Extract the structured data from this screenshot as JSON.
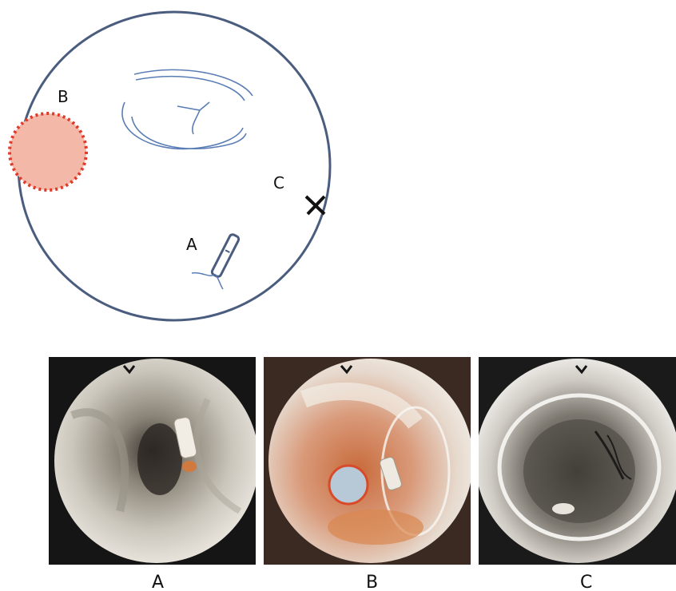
{
  "diagram": {
    "label_a": "A",
    "label_b": "B",
    "label_c": "C",
    "outline_color": "#4a5d7e",
    "lesion_fill": "#f4b8a8",
    "lesion_border": "#e03a2a",
    "fold_color": "#5a7db5",
    "marker_color": "#111111"
  },
  "photos": [
    {
      "caption": "A",
      "icon": "endoscopic-view-stent"
    },
    {
      "caption": "B",
      "icon": "endoscopic-view-lesion"
    },
    {
      "caption": "C",
      "icon": "endoscopic-view-cylinder"
    }
  ]
}
